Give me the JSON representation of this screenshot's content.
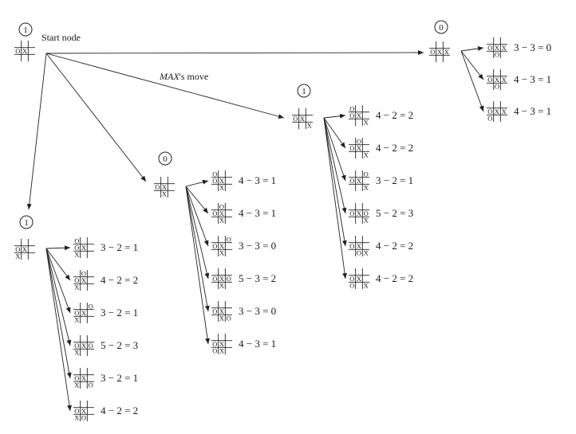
{
  "labels": {
    "start_node": "Start node",
    "max_move_em": "MAX",
    "max_move_rest": "'s move"
  },
  "root": {
    "value": "1",
    "board": [
      "",
      "",
      "",
      "O",
      "X",
      "",
      "",
      "",
      ""
    ]
  },
  "branches": [
    {
      "value": "1",
      "board": [
        "",
        "",
        "",
        "O",
        "X",
        "",
        "X",
        "",
        ""
      ],
      "leaves": [
        {
          "board": [
            "O",
            "",
            "",
            "O",
            "X",
            "",
            "X",
            "",
            ""
          ],
          "eval": "3 − 2 = 1"
        },
        {
          "board": [
            "",
            "O",
            "",
            "O",
            "X",
            "",
            "X",
            "",
            ""
          ],
          "eval": "4 − 2 = 2"
        },
        {
          "board": [
            "",
            "",
            "O",
            "O",
            "X",
            "",
            "X",
            "",
            ""
          ],
          "eval": "3 − 2 = 1"
        },
        {
          "board": [
            "",
            "",
            "",
            "O",
            "X",
            "O",
            "X",
            "",
            ""
          ],
          "eval": "5 − 2 = 3"
        },
        {
          "board": [
            "",
            "",
            "",
            "O",
            "X",
            "",
            "X",
            "",
            "O"
          ],
          "eval": "3 − 2 = 1"
        },
        {
          "board": [
            "",
            "",
            "",
            "O",
            "X",
            "",
            "X",
            "O",
            ""
          ],
          "eval": "4 − 2 = 2"
        }
      ]
    },
    {
      "value": "0",
      "board": [
        "",
        "",
        "",
        "O",
        "X",
        "",
        "",
        "X",
        ""
      ],
      "leaves": [
        {
          "board": [
            "O",
            "",
            "",
            "O",
            "X",
            "",
            "",
            "X",
            ""
          ],
          "eval": "4 − 3 = 1"
        },
        {
          "board": [
            "",
            "O",
            "",
            "O",
            "X",
            "",
            "",
            "X",
            ""
          ],
          "eval": "4 − 3 = 1"
        },
        {
          "board": [
            "",
            "",
            "O",
            "O",
            "X",
            "",
            "",
            "X",
            ""
          ],
          "eval": "3 − 3 = 0"
        },
        {
          "board": [
            "",
            "",
            "",
            "O",
            "X",
            "O",
            "",
            "X",
            ""
          ],
          "eval": "5 − 3 = 2"
        },
        {
          "board": [
            "",
            "",
            "",
            "O",
            "X",
            "",
            "",
            "X",
            "O"
          ],
          "eval": "3 − 3 = 0"
        },
        {
          "board": [
            "",
            "",
            "",
            "O",
            "X",
            "",
            "O",
            "X",
            ""
          ],
          "eval": "4 − 3 = 1"
        }
      ]
    },
    {
      "value": "1",
      "board": [
        "",
        "",
        "",
        "O",
        "X",
        "",
        "",
        "",
        "X"
      ],
      "leaves": [
        {
          "board": [
            "O",
            "",
            "",
            "O",
            "X",
            "",
            "",
            "",
            "X"
          ],
          "eval": "4 − 2 = 2"
        },
        {
          "board": [
            "",
            "O",
            "",
            "O",
            "X",
            "",
            "",
            "",
            "X"
          ],
          "eval": "4 − 2 = 2"
        },
        {
          "board": [
            "",
            "",
            "O",
            "O",
            "X",
            "",
            "",
            "",
            "X"
          ],
          "eval": "3 − 2 = 1"
        },
        {
          "board": [
            "",
            "",
            "",
            "O",
            "X",
            "O",
            "",
            "",
            "X"
          ],
          "eval": "5 − 2 = 3"
        },
        {
          "board": [
            "",
            "",
            "",
            "O",
            "X",
            "",
            "",
            "O",
            "X"
          ],
          "eval": "4 − 2 = 2"
        },
        {
          "board": [
            "",
            "",
            "",
            "O",
            "X",
            "",
            "O",
            "",
            "X"
          ],
          "eval": "4 − 2 = 2"
        }
      ]
    },
    {
      "value": "0",
      "board": [
        "",
        "",
        "",
        "O",
        "X",
        "X",
        "",
        "",
        ""
      ],
      "leaves": [
        {
          "board": [
            "",
            "",
            "",
            "O",
            "X",
            "X",
            "",
            "O",
            ""
          ],
          "eval": "3 − 3 = 0"
        },
        {
          "board": [
            "",
            "",
            "",
            "O",
            "X",
            "X",
            "",
            "O",
            ""
          ],
          "eval": "4 − 3 = 1"
        },
        {
          "board": [
            "",
            "",
            "",
            "O",
            "X",
            "X",
            "O",
            "",
            ""
          ],
          "eval": "4 − 3 = 1"
        }
      ]
    }
  ]
}
